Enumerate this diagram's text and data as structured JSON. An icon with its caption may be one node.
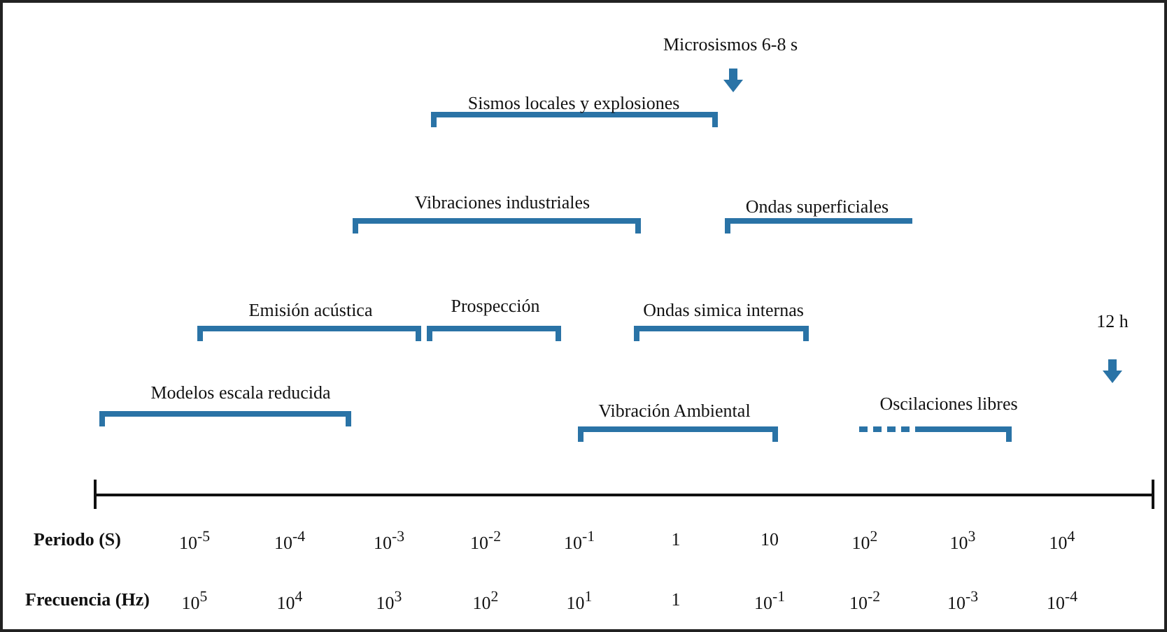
{
  "diagram": {
    "labels": [
      "Microsismos 6-8 s",
      "Sismos locales y explosiones",
      "Vibraciones industriales",
      "Ondas superficiales",
      "Emisión acústica",
      "Prospección",
      "Ondas simica internas",
      "12 h",
      "Modelos escala reducida",
      "Oscilaciones libres",
      "Vibración Ambiental",
      "Periodo (S)",
      "10$^{-5}$",
      "10$^{-4}$",
      "10$^{-3}$",
      "10$^{-2}$",
      "10$^{-1}$",
      "1",
      "10",
      "10$^{2}$",
      "10$^{3}$",
      "10$^{4}$",
      "Frecuencia (Hz)",
      "10$^{5}$",
      "10$^{4}$",
      "10$^{3}$",
      "10$^{2}$",
      "10$^{1}$",
      "1",
      "10$^{-1}$",
      "10$^{-2}$",
      "10$^{-3}$",
      "10$^{-4}$"
    ]
  }
}
